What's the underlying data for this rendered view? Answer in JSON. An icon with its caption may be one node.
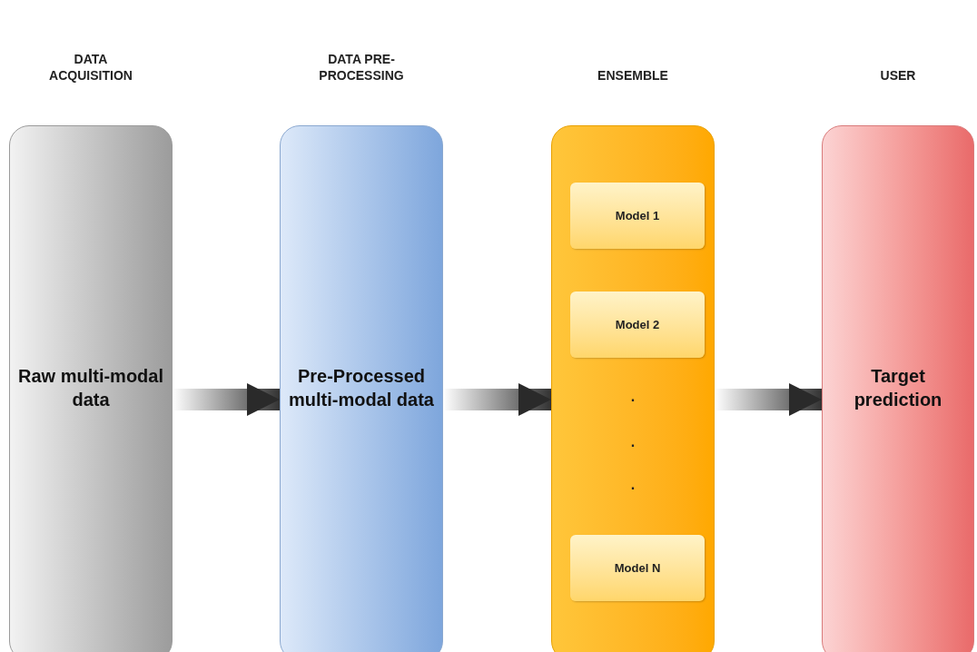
{
  "diagram": {
    "nodes": [
      {
        "text": [
          "DATA ACQUISITION",
          "Raw multi-modal data"
        ]
      },
      {
        "text": [
          "DATA PRE-PROCESSING",
          "Pre-Processed multi-modal data"
        ]
      },
      {
        "text": [
          "ENSEMBLE"
        ]
      },
      {
        "text": [
          "Model 1"
        ],
        "in": 2
      },
      {
        "text": [
          "Model 2"
        ],
        "in": 2
      },
      {
        "text": [
          "Model N"
        ],
        "in": 2
      },
      {
        "text": [
          "USER",
          "Target prediction"
        ]
      }
    ],
    "edges": [
      {
        "from": 0,
        "to": 1,
        "arrow": "to",
        "style": "thick"
      },
      {
        "from": 1,
        "to": 2,
        "arrow": "to",
        "style": "thick"
      },
      {
        "from": 2,
        "to": 6,
        "arrow": "to",
        "style": "thick"
      }
    ],
    "labels": [
      ".",
      ".",
      "."
    ]
  }
}
